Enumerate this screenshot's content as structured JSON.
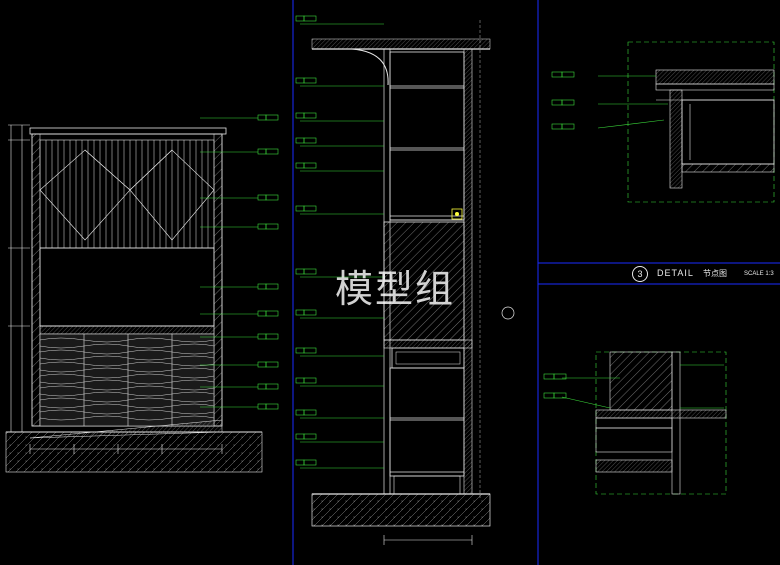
{
  "watermark": "模型组",
  "detail": {
    "number": "3",
    "title": "DETAIL",
    "subtitle": "节点图",
    "scale": "SCALE 1:3"
  },
  "colors": {
    "background": "#000000",
    "frame_blue": "#1a2cff",
    "line_white": "#e6e6e6",
    "annotation_green": "#3bdc3b",
    "hatch": "#cfcfcf"
  }
}
